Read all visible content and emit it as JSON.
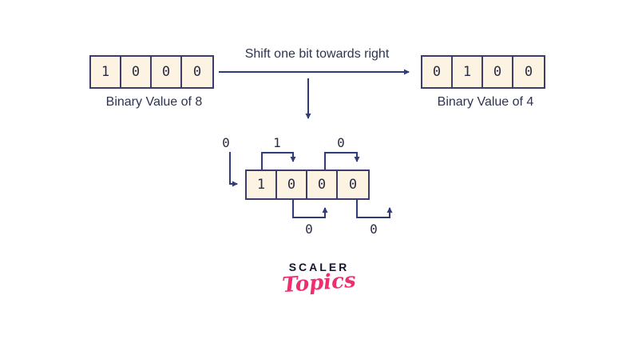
{
  "diagram": {
    "shift_arrow_label": "Shift one bit towards right",
    "box_before": {
      "bits": [
        "1",
        "0",
        "0",
        "0"
      ],
      "label": "Binary Value of 8"
    },
    "box_after": {
      "bits": [
        "0",
        "1",
        "0",
        "0"
      ],
      "label": "Binary Value of 4"
    },
    "shift_detail": {
      "bits": [
        "1",
        "0",
        "0",
        "0"
      ],
      "incoming_bit": "0",
      "top_moved_bits": [
        "1",
        "0"
      ],
      "bottom_moved_bits": [
        "0",
        "0"
      ]
    }
  },
  "logo": {
    "brand": "SCALER",
    "sub_brand": "Topics"
  },
  "colors": {
    "background": "#ffffff",
    "box_fill": "#fcf3e3",
    "box_border": "#3d3d6b",
    "arrow": "#303c78",
    "text": "#2e3450",
    "logo_brand": "#16162e",
    "logo_sub": "#ed2f72"
  }
}
